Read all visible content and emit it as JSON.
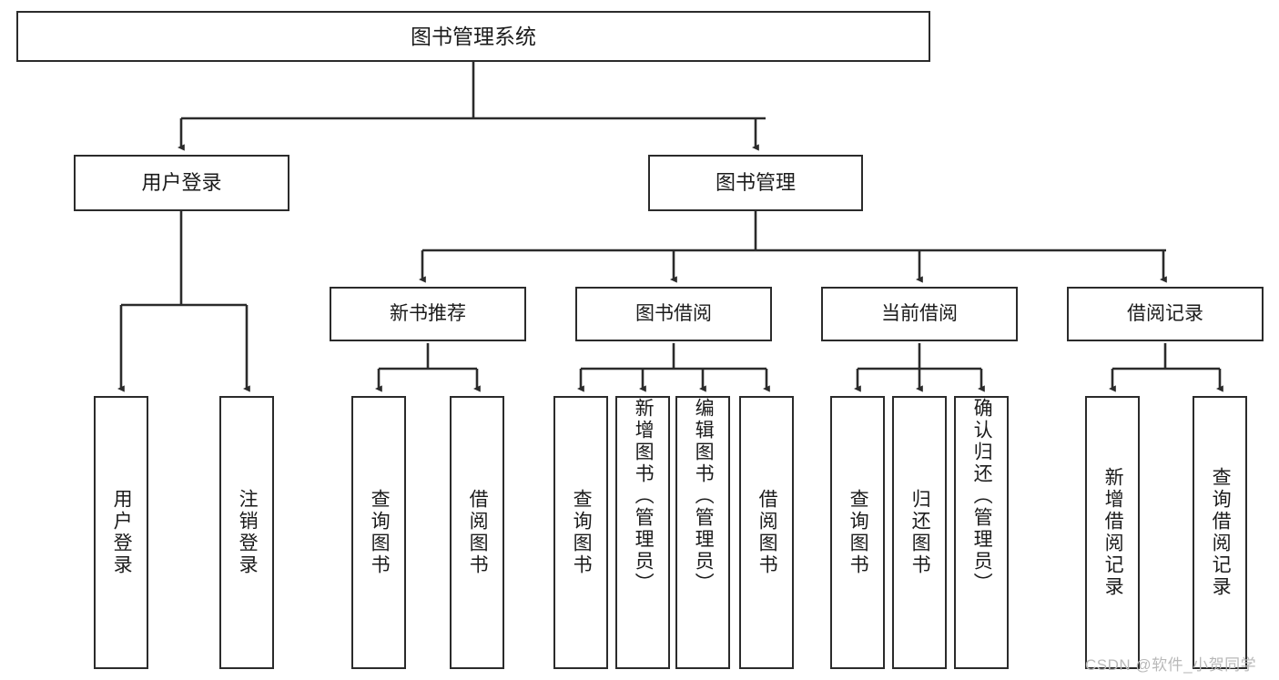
{
  "diagram": {
    "type": "tree-hierarchy",
    "title": "图书管理系统",
    "orientation": "top-down",
    "colors": {
      "box_border": "#2b2b2b",
      "box_fill": "#ffffff",
      "edge": "#2b2b2b",
      "text": "#1b1b1b",
      "watermark": "#b9b9b9",
      "background": "#ffffff"
    },
    "nodes": {
      "root": {
        "label": "图书管理系统"
      },
      "level1": [
        {
          "label": "用户登录"
        },
        {
          "label": "图书管理"
        }
      ],
      "level2": [
        {
          "label": "新书推荐"
        },
        {
          "label": "图书借阅"
        },
        {
          "label": "当前借阅"
        },
        {
          "label": "借阅记录"
        }
      ],
      "leaves": {
        "user_login": [
          {
            "label": "用户登录"
          },
          {
            "label": "注销登录"
          }
        ],
        "new_book": [
          {
            "label": "查询图书"
          },
          {
            "label": "借阅图书"
          }
        ],
        "book_borrow": [
          {
            "label": "查询图书"
          },
          {
            "label": "新增图书（管理员）"
          },
          {
            "label": "编辑图书（管理员）"
          },
          {
            "label": "借阅图书"
          }
        ],
        "current_borrow": [
          {
            "label": "查询图书"
          },
          {
            "label": "归还图书"
          },
          {
            "label": "确认归还（管理员）"
          }
        ],
        "borrow_record": [
          {
            "label": "新增借阅记录"
          },
          {
            "label": "查询借阅记录"
          }
        ]
      }
    },
    "watermark": "CSDN @软件_小贺同学"
  }
}
